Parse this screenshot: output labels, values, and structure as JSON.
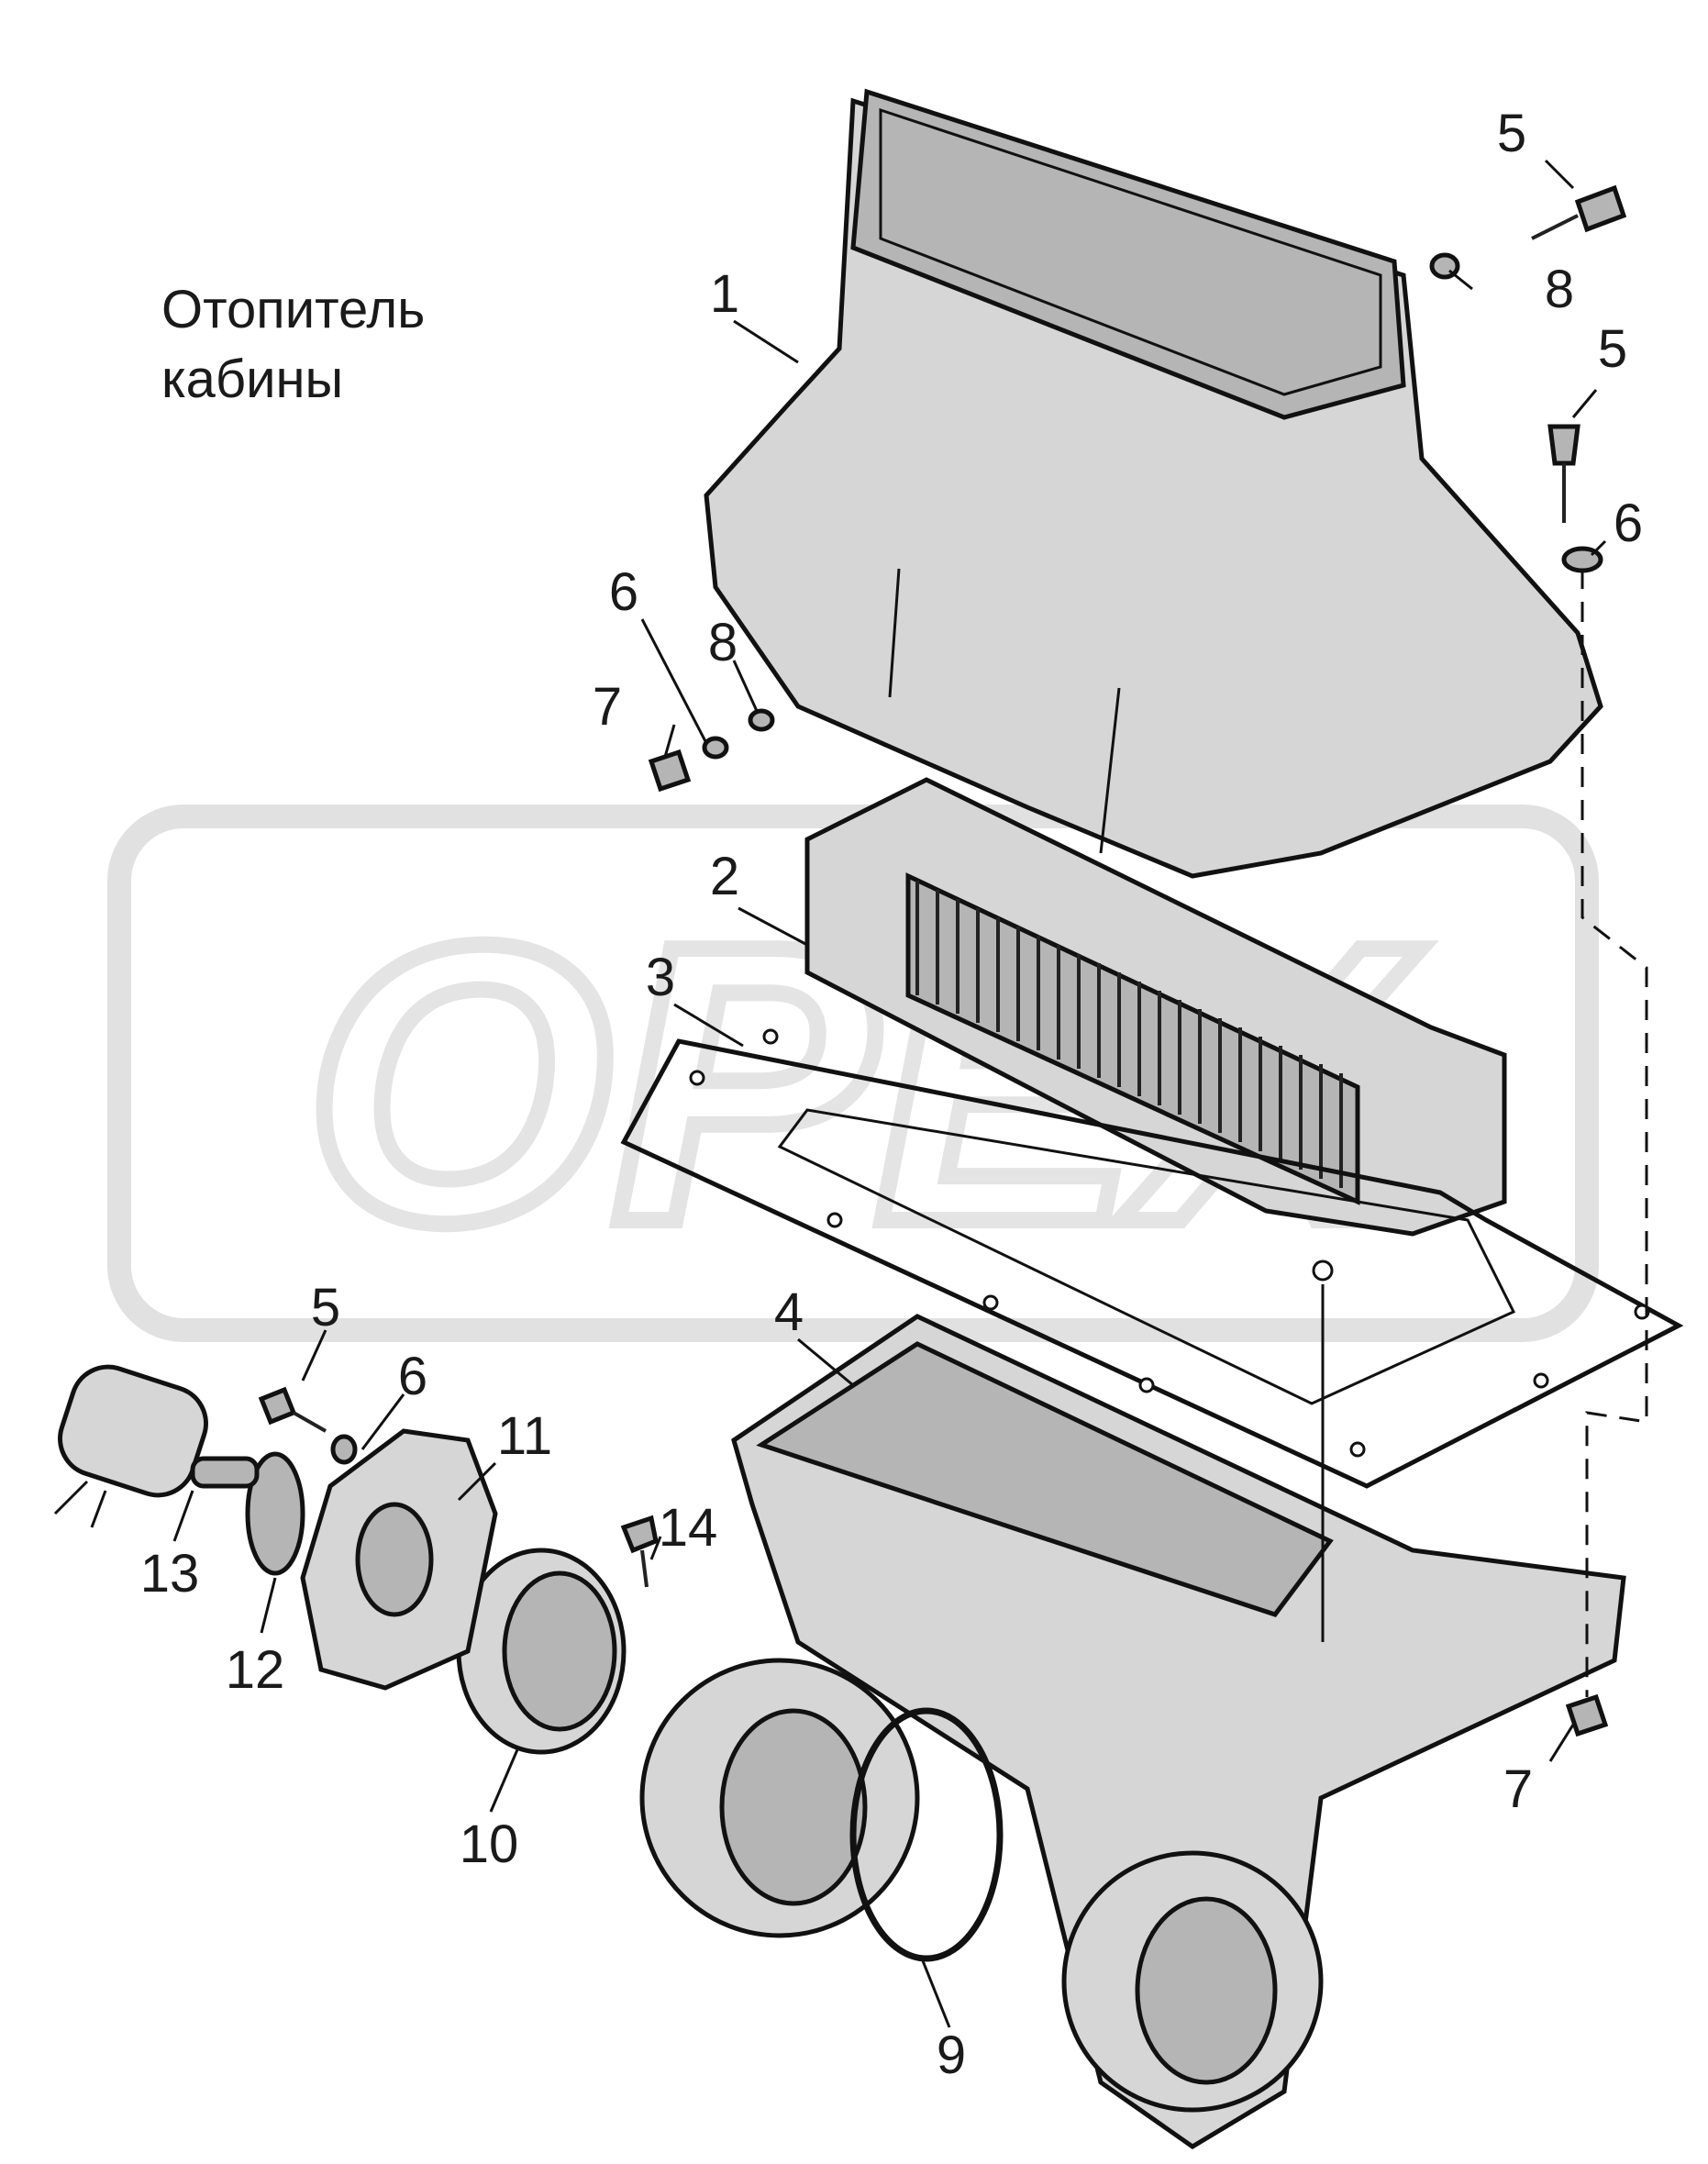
{
  "title": "Отопитель\nкабины",
  "watermark_text": "OPEX",
  "callouts": [
    "1",
    "2",
    "3",
    "4",
    "5",
    "5",
    "5",
    "6",
    "6",
    "6",
    "7",
    "7",
    "8",
    "8",
    "9",
    "10",
    "11",
    "12",
    "13",
    "14"
  ]
}
